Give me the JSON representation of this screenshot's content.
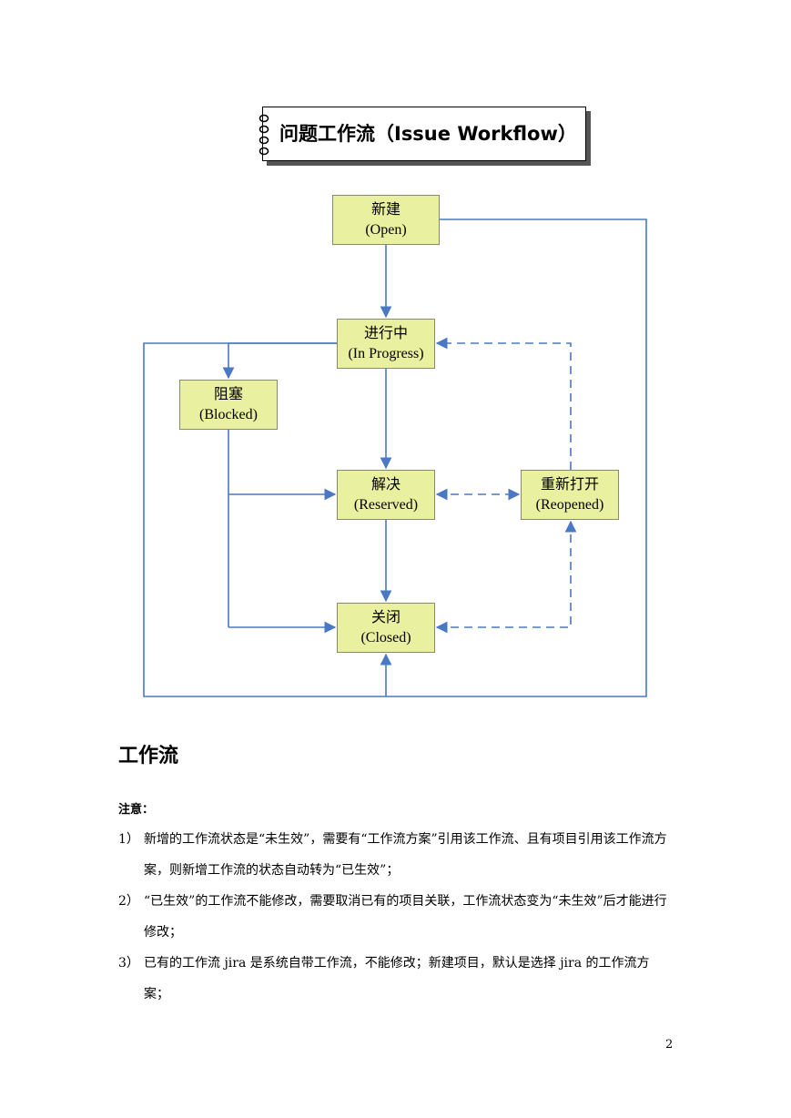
{
  "banner": {
    "title": "问题工作流（Issue Workflow）"
  },
  "diagram": {
    "nodes": {
      "open": {
        "cn": "新建",
        "en": "(Open)"
      },
      "in_progress": {
        "cn": "进行中",
        "en": "(In Progress)"
      },
      "blocked": {
        "cn": "阻塞",
        "en": "(Blocked)"
      },
      "resolved": {
        "cn": "解决",
        "en": "(Reserved)"
      },
      "reopened": {
        "cn": "重新打开",
        "en": "(Reopened)"
      },
      "closed": {
        "cn": "关闭",
        "en": "(Closed)"
      }
    },
    "colors": {
      "node_fill": "#e9f0a0",
      "arrow": "#4a78c2"
    }
  },
  "section": {
    "title": "工作流"
  },
  "notes": {
    "heading": "注意：",
    "items": [
      {
        "num": "1）",
        "text": "新增的工作流状态是“未生效”，需要有“工作流方案”引用该工作流、且有项目引用该工作流方案，则新增工作流的状态自动转为“已生效”；"
      },
      {
        "num": "2）",
        "text": "“已生效”的工作流不能修改，需要取消已有的项目关联，工作流状态变为“未生效”后才能进行修改；"
      },
      {
        "num": "3）",
        "text": "已有的工作流 jira 是系统自带工作流，不能修改；新建项目，默认是选择 jira 的工作流方案；"
      }
    ]
  },
  "page_number": "2"
}
